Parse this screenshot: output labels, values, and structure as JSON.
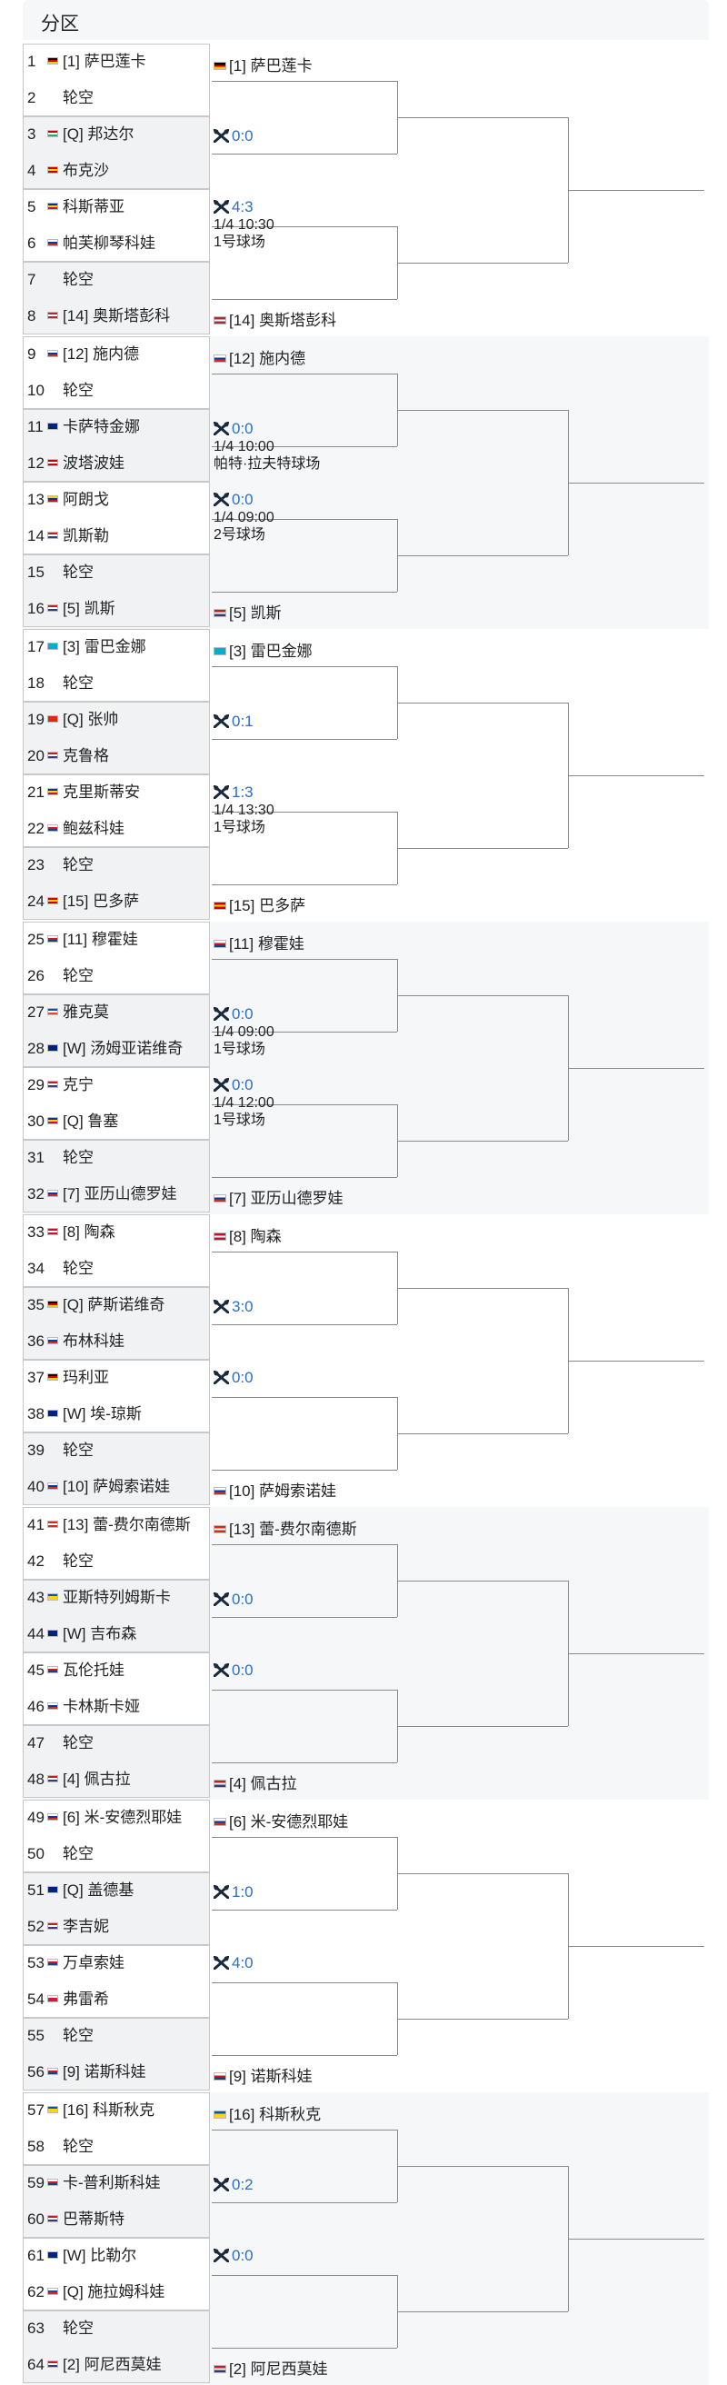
{
  "header": {
    "title": "分区"
  },
  "colors": {
    "score": "#2f6dbf",
    "bracket_line": "#8a8a8a",
    "section_alt_bg": "#f6f7f9"
  },
  "sections": [
    {
      "players": [
        {
          "num": "1",
          "label": "[1] 萨巴莲卡",
          "flag": "de"
        },
        {
          "num": "2",
          "label": "轮空",
          "flag": ""
        },
        {
          "num": "3",
          "label": "[Q] 邦达尔",
          "flag": "hu"
        },
        {
          "num": "4",
          "label": "布克沙",
          "flag": "es"
        },
        {
          "num": "5",
          "label": "科斯蒂亚",
          "flag": "ro"
        },
        {
          "num": "6",
          "label": "帕芙柳琴科娃",
          "flag": "ru"
        },
        {
          "num": "7",
          "label": "轮空",
          "flag": ""
        },
        {
          "num": "8",
          "label": "[14] 奥斯塔彭科",
          "flag": "lv"
        }
      ],
      "matches": [
        {
          "winner": "[1] 萨巴莲卡",
          "flag": "de",
          "score": "",
          "info": []
        },
        {
          "winner": "",
          "flag": "",
          "score": "0:0",
          "info": []
        },
        {
          "winner": "",
          "flag": "",
          "score": "4:3",
          "info": [
            "1/4 10:30",
            "1号球场"
          ]
        },
        {
          "winner": "[14] 奥斯塔彭科",
          "flag": "lv",
          "score": "",
          "info": []
        }
      ]
    },
    {
      "players": [
        {
          "num": "9",
          "label": "[12] 施内德",
          "flag": "ru"
        },
        {
          "num": "10",
          "label": "轮空",
          "flag": ""
        },
        {
          "num": "11",
          "label": "卡萨特金娜",
          "flag": "au"
        },
        {
          "num": "12",
          "label": "波塔波娃",
          "flag": "at"
        },
        {
          "num": "13",
          "label": "阿朗戈",
          "flag": "co"
        },
        {
          "num": "14",
          "label": "凯斯勒",
          "flag": "us"
        },
        {
          "num": "15",
          "label": "轮空",
          "flag": ""
        },
        {
          "num": "16",
          "label": "[5] 凯斯",
          "flag": "us"
        }
      ],
      "matches": [
        {
          "winner": "[12] 施内德",
          "flag": "ru",
          "score": "",
          "info": []
        },
        {
          "winner": "",
          "flag": "",
          "score": "0:0",
          "info": [
            "1/4 10:00",
            "帕特·拉夫特球场"
          ]
        },
        {
          "winner": "",
          "flag": "",
          "score": "0:0",
          "info": [
            "1/4 09:00",
            "2号球场"
          ]
        },
        {
          "winner": "[5] 凯斯",
          "flag": "us",
          "score": "",
          "info": []
        }
      ]
    },
    {
      "players": [
        {
          "num": "17",
          "label": "[3] 雷巴金娜",
          "flag": "kz"
        },
        {
          "num": "18",
          "label": "轮空",
          "flag": ""
        },
        {
          "num": "19",
          "label": "[Q] 张帅",
          "flag": "cn"
        },
        {
          "num": "20",
          "label": "克鲁格",
          "flag": "us"
        },
        {
          "num": "21",
          "label": "克里斯蒂安",
          "flag": "ro"
        },
        {
          "num": "22",
          "label": "鲍兹科娃",
          "flag": "cz"
        },
        {
          "num": "23",
          "label": "轮空",
          "flag": ""
        },
        {
          "num": "24",
          "label": "[15] 巴多萨",
          "flag": "es"
        }
      ],
      "matches": [
        {
          "winner": "[3] 雷巴金娜",
          "flag": "kz",
          "score": "",
          "info": []
        },
        {
          "winner": "",
          "flag": "",
          "score": "0:1",
          "info": []
        },
        {
          "winner": "",
          "flag": "",
          "score": "1:3",
          "info": [
            "1/4 13:30",
            "1号球场"
          ]
        },
        {
          "winner": "[15] 巴多萨",
          "flag": "es",
          "score": "",
          "info": []
        }
      ]
    },
    {
      "players": [
        {
          "num": "25",
          "label": "[11] 穆霍娃",
          "flag": "cz"
        },
        {
          "num": "26",
          "label": "轮空",
          "flag": ""
        },
        {
          "num": "27",
          "label": "雅克莫",
          "flag": "fr"
        },
        {
          "num": "28",
          "label": "[W] 汤姆亚诺维奇",
          "flag": "au"
        },
        {
          "num": "29",
          "label": "克宁",
          "flag": "us"
        },
        {
          "num": "30",
          "label": "[Q] 鲁塞",
          "flag": "ro"
        },
        {
          "num": "31",
          "label": "轮空",
          "flag": ""
        },
        {
          "num": "32",
          "label": "[7] 亚历山德罗娃",
          "flag": "ru"
        }
      ],
      "matches": [
        {
          "winner": "[11] 穆霍娃",
          "flag": "cz",
          "score": "",
          "info": []
        },
        {
          "winner": "",
          "flag": "",
          "score": "0:0",
          "info": [
            "1/4 09:00",
            "1号球场"
          ]
        },
        {
          "winner": "",
          "flag": "",
          "score": "0:0",
          "info": [
            "1/4 12:00",
            "1号球场"
          ]
        },
        {
          "winner": "[7] 亚历山德罗娃",
          "flag": "ru",
          "score": "",
          "info": []
        }
      ]
    },
    {
      "players": [
        {
          "num": "33",
          "label": "[8] 陶森",
          "flag": "dk"
        },
        {
          "num": "34",
          "label": "轮空",
          "flag": ""
        },
        {
          "num": "35",
          "label": "[Q] 萨斯诺维奇",
          "flag": "de"
        },
        {
          "num": "36",
          "label": "布林科娃",
          "flag": "ru"
        },
        {
          "num": "37",
          "label": "玛利亚",
          "flag": "de"
        },
        {
          "num": "38",
          "label": "[W] 埃-琼斯",
          "flag": "au"
        },
        {
          "num": "39",
          "label": "轮空",
          "flag": ""
        },
        {
          "num": "40",
          "label": "[10] 萨姆索诺娃",
          "flag": "ru"
        }
      ],
      "matches": [
        {
          "winner": "[8] 陶森",
          "flag": "dk",
          "score": "",
          "info": []
        },
        {
          "winner": "",
          "flag": "",
          "score": "3:0",
          "info": []
        },
        {
          "winner": "",
          "flag": "",
          "score": "0:0",
          "info": []
        },
        {
          "winner": "[10] 萨姆索诺娃",
          "flag": "ru",
          "score": "",
          "info": []
        }
      ]
    },
    {
      "players": [
        {
          "num": "41",
          "label": "[13] 蕾-费尔南德斯",
          "flag": "ca"
        },
        {
          "num": "42",
          "label": "轮空",
          "flag": ""
        },
        {
          "num": "43",
          "label": "亚斯特列姆斯卡",
          "flag": "ua"
        },
        {
          "num": "44",
          "label": "[W] 吉布森",
          "flag": "au"
        },
        {
          "num": "45",
          "label": "瓦伦托娃",
          "flag": "cz"
        },
        {
          "num": "46",
          "label": "卡林斯卡娅",
          "flag": "ru"
        },
        {
          "num": "47",
          "label": "轮空",
          "flag": ""
        },
        {
          "num": "48",
          "label": "[4] 佩古拉",
          "flag": "us"
        }
      ],
      "matches": [
        {
          "winner": "[13] 蕾-费尔南德斯",
          "flag": "ca",
          "score": "",
          "info": []
        },
        {
          "winner": "",
          "flag": "",
          "score": "0:0",
          "info": []
        },
        {
          "winner": "",
          "flag": "",
          "score": "0:0",
          "info": []
        },
        {
          "winner": "[4] 佩古拉",
          "flag": "us",
          "score": "",
          "info": []
        }
      ]
    },
    {
      "players": [
        {
          "num": "49",
          "label": "[6] 米-安德烈耶娃",
          "flag": "ru"
        },
        {
          "num": "50",
          "label": "轮空",
          "flag": ""
        },
        {
          "num": "51",
          "label": "[Q] 盖德基",
          "flag": "au"
        },
        {
          "num": "52",
          "label": "李吉妮",
          "flag": "us"
        },
        {
          "num": "53",
          "label": "万卓索娃",
          "flag": "cz"
        },
        {
          "num": "54",
          "label": "弗雷希",
          "flag": "pl"
        },
        {
          "num": "55",
          "label": "轮空",
          "flag": ""
        },
        {
          "num": "56",
          "label": "[9] 诺斯科娃",
          "flag": "cz"
        }
      ],
      "matches": [
        {
          "winner": "[6] 米-安德烈耶娃",
          "flag": "ru",
          "score": "",
          "info": []
        },
        {
          "winner": "",
          "flag": "",
          "score": "1:0",
          "info": []
        },
        {
          "winner": "",
          "flag": "",
          "score": "4:0",
          "info": []
        },
        {
          "winner": "[9] 诺斯科娃",
          "flag": "cz",
          "score": "",
          "info": []
        }
      ]
    },
    {
      "players": [
        {
          "num": "57",
          "label": "[16] 科斯秋克",
          "flag": "ua"
        },
        {
          "num": "58",
          "label": "轮空",
          "flag": ""
        },
        {
          "num": "59",
          "label": "卡-普利斯科娃",
          "flag": "cz"
        },
        {
          "num": "60",
          "label": "巴蒂斯特",
          "flag": "us"
        },
        {
          "num": "61",
          "label": "[W] 比勒尔",
          "flag": "au"
        },
        {
          "num": "62",
          "label": "[Q] 施拉姆科娃",
          "flag": "sk"
        },
        {
          "num": "63",
          "label": "轮空",
          "flag": ""
        },
        {
          "num": "64",
          "label": "[2] 阿尼西莫娃",
          "flag": "us"
        }
      ],
      "matches": [
        {
          "winner": "[16] 科斯秋克",
          "flag": "ua",
          "score": "",
          "info": []
        },
        {
          "winner": "",
          "flag": "",
          "score": "0:2",
          "info": []
        },
        {
          "winner": "",
          "flag": "",
          "score": "0:0",
          "info": []
        },
        {
          "winner": "[2] 阿尼西莫娃",
          "flag": "us",
          "score": "",
          "info": []
        }
      ]
    }
  ]
}
